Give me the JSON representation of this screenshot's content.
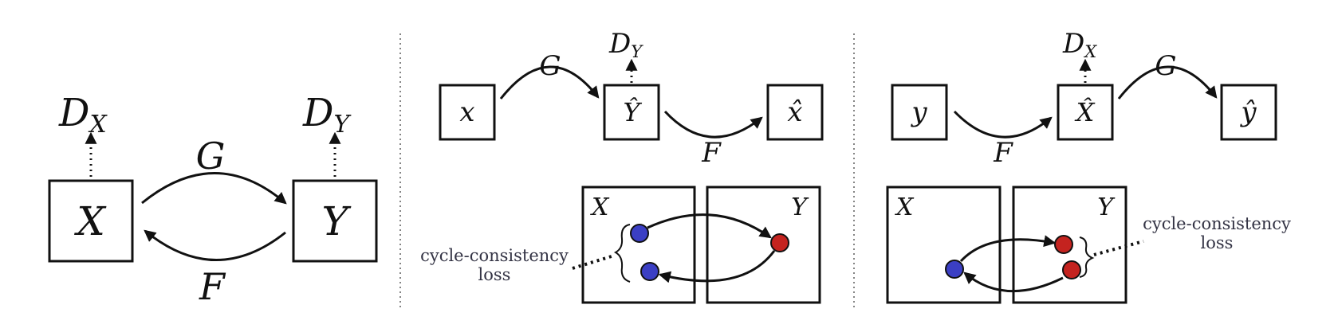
{
  "panel_a": {
    "x_label": "X",
    "y_label": "Y",
    "dx_base": "D",
    "dx_sub": "X",
    "dy_base": "D",
    "dy_sub": "Y",
    "g_label": "G",
    "f_label": "F"
  },
  "panel_b": {
    "x_label": "x",
    "yhat_label": "Ŷ",
    "xhat_label": "x̂",
    "g_label": "G",
    "f_label": "F",
    "d_base": "D",
    "d_sub": "Y",
    "domain_x": "X",
    "domain_y": "Y",
    "loss_line1": "cycle-consistency",
    "loss_line2": "loss"
  },
  "panel_c": {
    "y_label": "y",
    "xhat_label": "X̂",
    "yhat_label": "ŷ",
    "f_label": "F",
    "g_label": "G",
    "d_base": "D",
    "d_sub": "X",
    "domain_x": "X",
    "domain_y": "Y",
    "loss_line1": "cycle-consistency",
    "loss_line2": "loss"
  },
  "colors": {
    "domain_x_point": "#3b3fc4",
    "domain_y_point": "#c4231f"
  }
}
